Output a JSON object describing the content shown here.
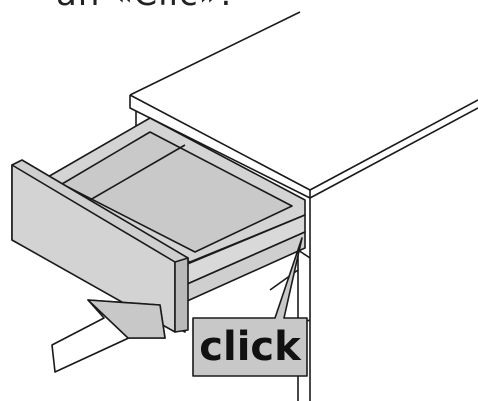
{
  "caption": {
    "text": "an «Clic»."
  },
  "callout": {
    "label": "click"
  },
  "colors": {
    "line": "#1a1a1a",
    "panel": "#cfcfcf",
    "panel_dark": "#b8b8b8",
    "label_bg": "#c8c8c8"
  },
  "icons": {
    "arrow": "push-arrow-icon",
    "callout": "click-callout"
  }
}
